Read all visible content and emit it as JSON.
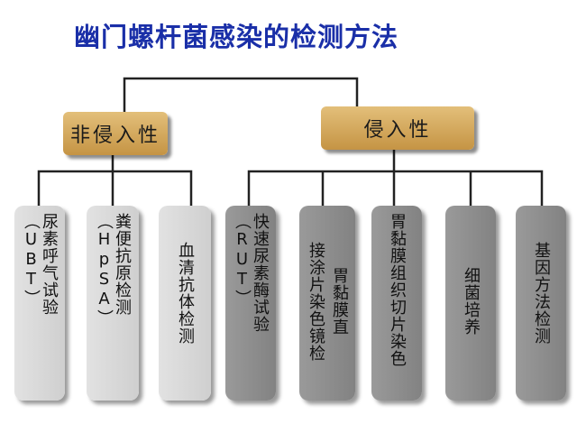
{
  "title": "幽门螺杆菌感染的检测方法",
  "categories": [
    {
      "label": "非侵入性"
    },
    {
      "label": "侵入性"
    }
  ],
  "noninvasive_methods": [
    {
      "lines": [
        "尿素呼气试验（UBT）"
      ]
    },
    {
      "lines": [
        "粪便抗原检测（HpSA）"
      ]
    },
    {
      "lines": [
        "血清抗体检测"
      ]
    }
  ],
  "invasive_methods": [
    {
      "lines": [
        "快速尿素酶试验（RUT）"
      ]
    },
    {
      "lines": [
        "胃黏膜直",
        "接涂片染色镜检"
      ]
    },
    {
      "lines": [
        "胃黏膜组织切片染色"
      ]
    },
    {
      "lines": [
        "细菌培养"
      ]
    },
    {
      "lines": [
        "基因方法检测"
      ]
    }
  ],
  "colors": {
    "title": "#1a2fa8",
    "category_fill": "#d4a85c",
    "leaf_light": "#d8d8d8",
    "leaf_dark": "#8c8c8c",
    "connector": "#222222"
  }
}
